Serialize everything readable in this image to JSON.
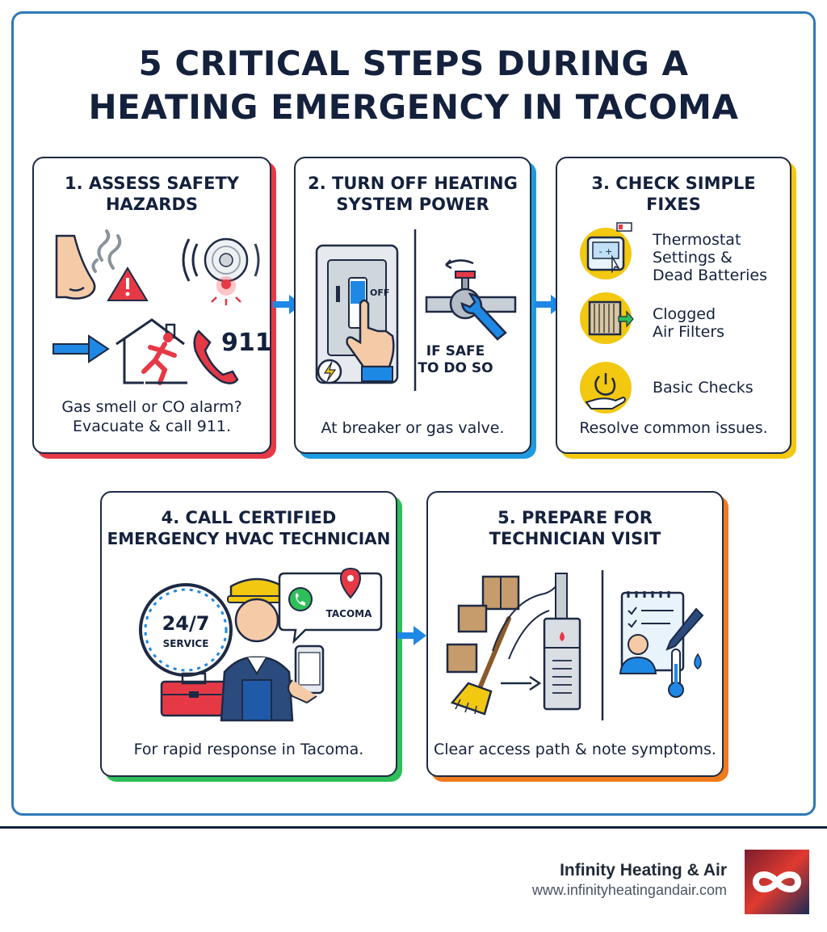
{
  "title": {
    "line1": "5 CRITICAL STEPS DURING A",
    "line2": "HEATING EMERGENCY IN TACOMA"
  },
  "steps": [
    {
      "title_line1": "1. ASSESS SAFETY",
      "title_line2": "HAZARDS",
      "icons": [
        "nose-icon",
        "smoke-icon",
        "warning-icon",
        "smoke-alarm-icon",
        "arrow-icon",
        "evacuate-house-icon",
        "phone-icon"
      ],
      "phone_number": "911",
      "caption_line1": "Gas smell or CO alarm?",
      "caption_line2": "Evacuate & call 911.",
      "accent": "#e63946"
    },
    {
      "title_line1": "2. TURN OFF HEATING",
      "title_line2": "SYSTEM POWER",
      "icons": [
        "breaker-switch-icon",
        "hand-icon",
        "lightning-icon",
        "gas-valve-icon",
        "wrench-icon"
      ],
      "switch_label": "OFF",
      "note_line1": "IF SAFE",
      "note_line2": "TO DO SO",
      "caption_line1": "At breaker or gas valve.",
      "accent": "#1e9be0"
    },
    {
      "title_line1": "3. CHECK SIMPLE",
      "title_line2": "FIXES",
      "fixes": [
        {
          "icon": "thermostat-icon",
          "line1": "Thermostat",
          "line2": "Settings &",
          "line3": "Dead Batteries"
        },
        {
          "icon": "air-filter-icon",
          "line1": "Clogged",
          "line2": "Air Filters",
          "line3": ""
        },
        {
          "icon": "power-hand-icon",
          "line1": "Basic Checks",
          "line2": "",
          "line3": ""
        }
      ],
      "caption_line1": "Resolve common issues.",
      "accent": "#f2c811"
    },
    {
      "title_line1": "4. CALL CERTIFIED",
      "title_line2": "EMERGENCY HVAC TECHNICIAN",
      "icons": [
        "clock-icon",
        "technician-icon",
        "toolbox-icon",
        "smartphone-icon",
        "call-bubble-icon",
        "location-pin-icon"
      ],
      "clock_line1": "24/7",
      "clock_line2": "SERVICE",
      "bubble_label": "TACOMA",
      "caption_line1": "For rapid response in Tacoma.",
      "accent": "#2fbf5a"
    },
    {
      "title_line1": "5. PREPARE FOR",
      "title_line2": "TECHNICIAN VISIT",
      "icons": [
        "boxes-icon",
        "broom-icon",
        "path-arrow-icon",
        "furnace-icon",
        "checklist-icon",
        "pen-icon",
        "person-icon",
        "thermometer-icon",
        "drop-icon"
      ],
      "caption_line1": "Clear access path & note symptoms.",
      "accent": "#f07b1c"
    }
  ],
  "footer": {
    "brand": "Infinity Heating & Air",
    "url": "www.infinityheatingandair.com",
    "logo_icon": "infinity-logo-icon"
  },
  "colors": {
    "navy": "#14213d",
    "frame_blue": "#2f78b8",
    "arrow_blue": "#1e88e5"
  }
}
